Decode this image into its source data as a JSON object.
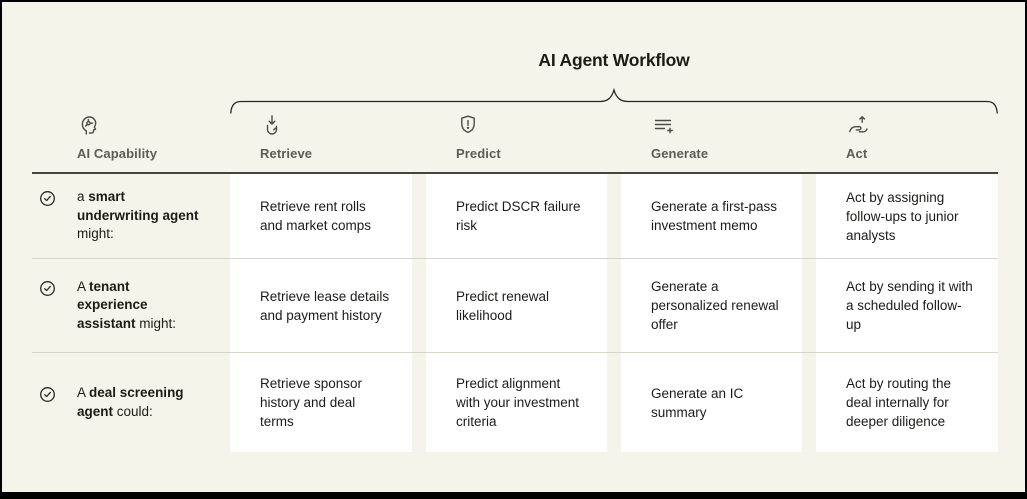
{
  "title": "AI Agent Workflow",
  "columns": [
    {
      "label": "AI Capability",
      "icon": "ai-head-icon"
    },
    {
      "label": "Retrieve",
      "icon": "retrieve-download-hand-icon"
    },
    {
      "label": "Predict",
      "icon": "shield-alert-icon"
    },
    {
      "label": "Generate",
      "icon": "text-lines-plus-icon"
    },
    {
      "label": "Act",
      "icon": "hand-arrow-up-icon"
    }
  ],
  "rows": [
    {
      "capability": {
        "pre": "a ",
        "bold": "smart underwriting agent",
        "post": " might:"
      },
      "cells": [
        "Retrieve rent rolls and market comps",
        "Predict DSCR failure risk",
        "Generate a first-pass investment memo",
        "Act by assigning follow-ups to junior analysts"
      ]
    },
    {
      "capability": {
        "pre": "A ",
        "bold": "tenant experience assistant",
        "post": " might:"
      },
      "cells": [
        "Retrieve lease details and payment history",
        "Predict renewal likelihood",
        "Generate a personalized renewal offer",
        "Act by sending it with a scheduled follow-up"
      ]
    },
    {
      "capability": {
        "pre": "A ",
        "bold": "deal screening agent",
        "post": " could:"
      },
      "cells": [
        "Retrieve sponsor history and deal terms",
        "Predict alignment with your investment criteria",
        "Generate an IC summary",
        "Act by routing the deal internally for deeper diligence"
      ]
    }
  ],
  "colors": {
    "background": "#f5f4eb",
    "cell_background": "#ffffff",
    "header_text": "#5b5b57",
    "body_text": "#1c1b17",
    "row_divider": "#d7d5c6",
    "header_divider": "#45443f",
    "frame_border": "#000000"
  }
}
